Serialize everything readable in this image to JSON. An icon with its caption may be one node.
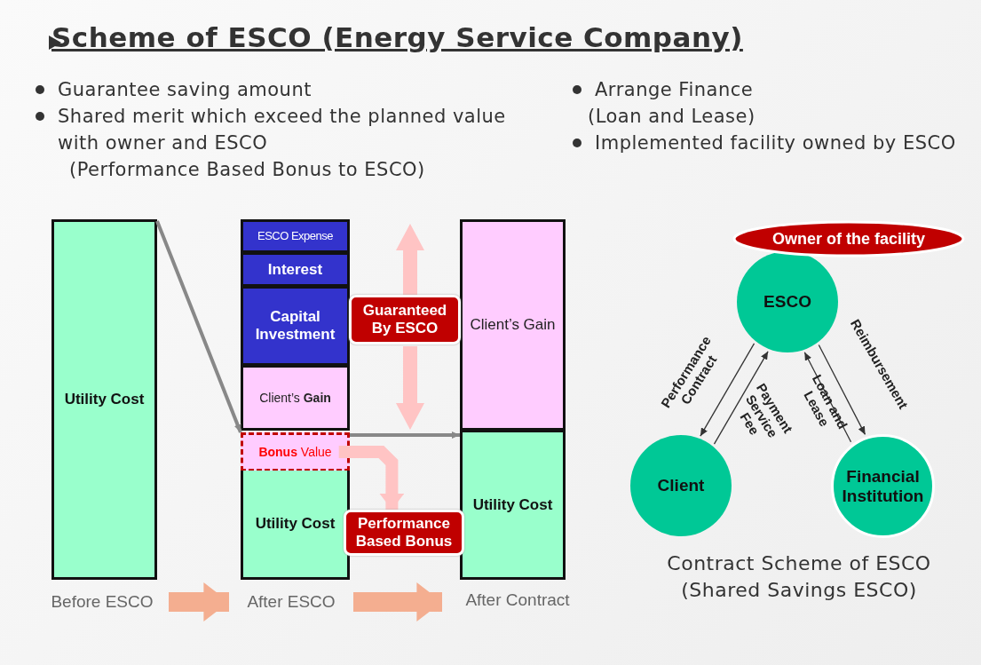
{
  "diagram": {
    "title": "Scheme of ESCO (Energy Service Company)",
    "nodes": [
      {
        "text": [
          "Utility Cost"
        ]
      },
      {
        "text": [
          "ESCO Expense"
        ]
      },
      {
        "text": [
          "Interest"
        ]
      },
      {
        "text": [
          "Capital Investment"
        ]
      },
      {
        "text": [
          "Client’s **Gain**"
        ]
      },
      {
        "text": [
          "**Bonus** Value"
        ]
      },
      {
        "text": [
          "Utility Cost"
        ]
      },
      {
        "text": [
          "Guaranteed By ESCO"
        ]
      },
      {
        "text": [
          "Performance Based Bonus"
        ]
      },
      {
        "text": [
          "Client’s Gain"
        ]
      },
      {
        "text": [
          "Utility Cost"
        ]
      },
      {
        "text": [
          "Owner of the facility"
        ]
      },
      {
        "text": [
          "ESCO"
        ]
      },
      {
        "text": [
          "Client"
        ]
      },
      {
        "text": [
          "Financial Institution"
        ]
      },
      {
        "text": [
          "Before ESCO"
        ]
      },
      {
        "text": [
          "After ESCO"
        ]
      },
      {
        "text": [
          "After Contract"
        ]
      }
    ],
    "edges": [
      {
        "from": 0,
        "to": 5,
        "arrow": "to",
        "color": "#888888"
      },
      {
        "from": 5,
        "to": 10,
        "arrow": "to",
        "color": "#888888"
      },
      {
        "from": 5,
        "to": 8,
        "arrow": "to",
        "style": "thick",
        "color": "#ffc4c4"
      },
      {
        "from": 15,
        "to": 16,
        "arrow": "to",
        "style": "thick",
        "color": "#f4ae90"
      },
      {
        "from": 16,
        "to": 17,
        "arrow": "to",
        "style": "thick",
        "color": "#f4ae90"
      },
      {
        "from": 12,
        "to": 13,
        "arrow": "to",
        "label": "Performance Contract"
      },
      {
        "from": 13,
        "to": 12,
        "arrow": "to",
        "label": "Payment Service Fee"
      },
      {
        "from": 14,
        "to": 12,
        "arrow": "to",
        "label": "Loan and Lease"
      },
      {
        "from": 12,
        "to": 14,
        "arrow": "to",
        "label": "Reimbursement"
      }
    ],
    "labels": [
      "Guarantee saving amount",
      "Shared merit which exceed the planned value with owner and ESCO",
      "(Performance Based Bonus to ESCO)",
      "Arrange Finance",
      "(Loan and Lease)",
      "Implemented facility owned by ESCO",
      "Contract Scheme of ESCO",
      "(Shared Savings ESCO)"
    ]
  }
}
